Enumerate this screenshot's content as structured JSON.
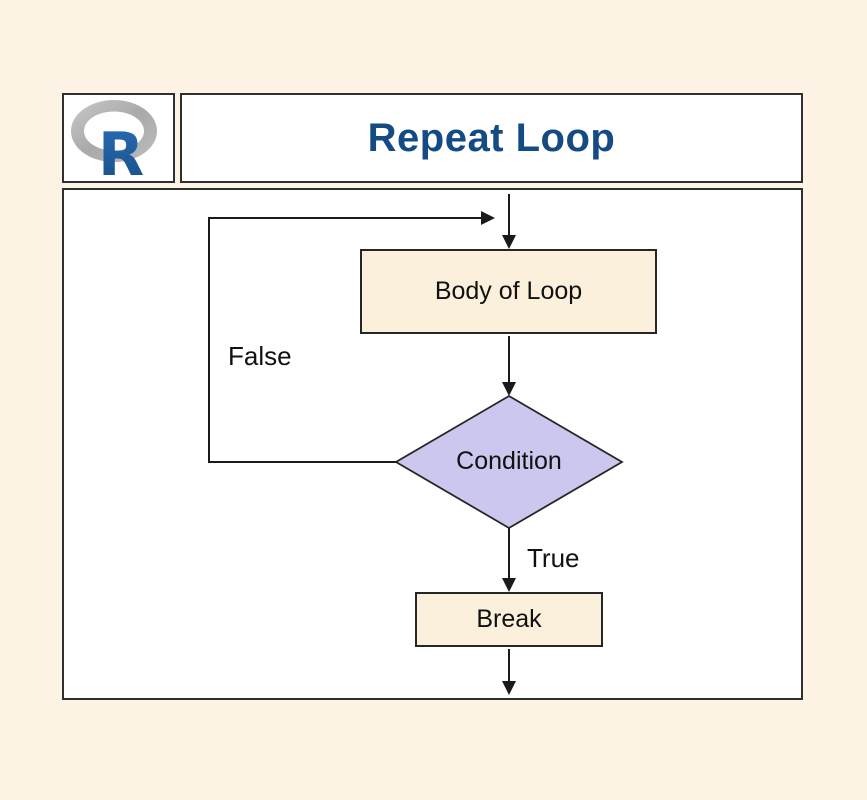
{
  "page": {
    "background_color": "#fdf3e5",
    "panel_color": "#ffffff",
    "border_color": "#2f2f2f"
  },
  "header": {
    "title": "Repeat Loop",
    "title_color": "#134b82",
    "logo": {
      "icon": "r-language-logo",
      "letter": "R",
      "ring_color": "#b5b5b5",
      "letter_color": "#1d61ae"
    }
  },
  "diagram": {
    "type": "flowchart",
    "nodes": [
      {
        "id": "body",
        "label": "Body of Loop",
        "shape": "rectangle",
        "fill": "#fbf0dc"
      },
      {
        "id": "condition",
        "label": "Condition",
        "shape": "diamond",
        "fill": "#cbc7ee"
      },
      {
        "id": "break",
        "label": "Break",
        "shape": "rectangle",
        "fill": "#fbf0dc"
      }
    ],
    "edges": [
      {
        "from": "entry",
        "to": "body",
        "label": ""
      },
      {
        "from": "body",
        "to": "condition",
        "label": ""
      },
      {
        "from": "condition",
        "to": "break",
        "label": "True"
      },
      {
        "from": "condition",
        "to": "body",
        "label": "False",
        "style": "loop-back"
      },
      {
        "from": "break",
        "to": "exit",
        "label": ""
      }
    ],
    "labels": {
      "true": "True",
      "false": "False"
    }
  }
}
